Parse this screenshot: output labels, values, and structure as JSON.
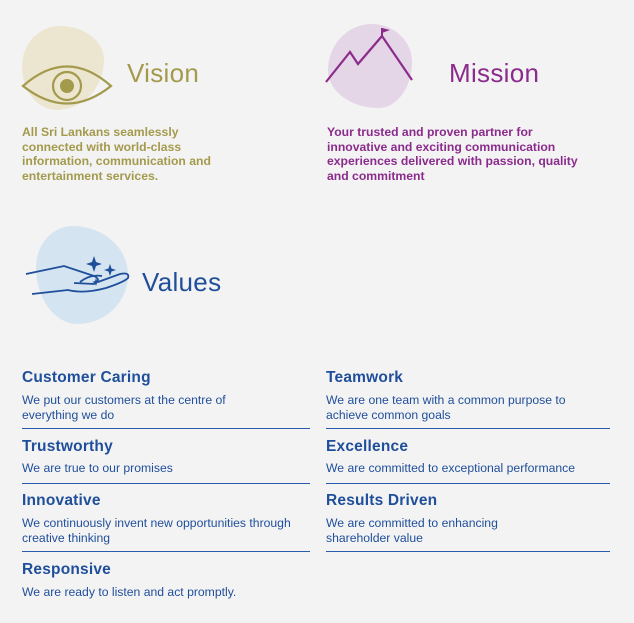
{
  "colors": {
    "vision": "#a39a4c",
    "mission": "#8b2b8c",
    "values": "#1f4e9a",
    "vision_blob": "#ece6d0",
    "mission_blob": "#e4d6e6",
    "values_blob": "#d4e4f1"
  },
  "vision": {
    "icon": "eye-icon",
    "title": "Vision",
    "text": "All Sri Lankans seamlessly connected with world-class information, communication and entertainment services."
  },
  "mission": {
    "icon": "mountain-flag-icon",
    "title": "Mission",
    "text": "Your trusted and proven partner for innovative and exciting communication experiences delivered with passion, quality and commitment"
  },
  "values": {
    "icon": "hand-sparkle-icon",
    "title": "Values",
    "items": [
      {
        "title": "Customer Caring",
        "desc": "We put our customers at the centre of everything we do"
      },
      {
        "title": "Teamwork",
        "desc": "We are one team with a common purpose to achieve common goals"
      },
      {
        "title": "Trustworthy",
        "desc": "We are true to our promises"
      },
      {
        "title": "Excellence",
        "desc": "We are committed to exceptional performance"
      },
      {
        "title": "Innovative",
        "desc": "We continuously invent new opportunities through creative thinking"
      },
      {
        "title": "Results Driven",
        "desc": "We are committed to enhancing shareholder value"
      },
      {
        "title": "Responsive",
        "desc": "We are ready to listen and act promptly."
      }
    ]
  }
}
